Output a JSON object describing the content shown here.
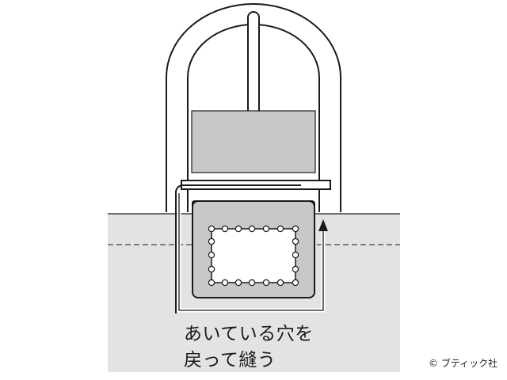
{
  "diagram": {
    "instruction_line1": "あいている穴を",
    "instruction_line2": "戻って縫う",
    "credit": "© ブティック社"
  },
  "colors": {
    "fabric_fill": "#e3e3e3",
    "strap_fill": "#c8c8c8",
    "outline": "#1a1a1a",
    "background": "#ffffff"
  },
  "icons": [
    "buckle-icon",
    "stitch-arrow-icon"
  ]
}
